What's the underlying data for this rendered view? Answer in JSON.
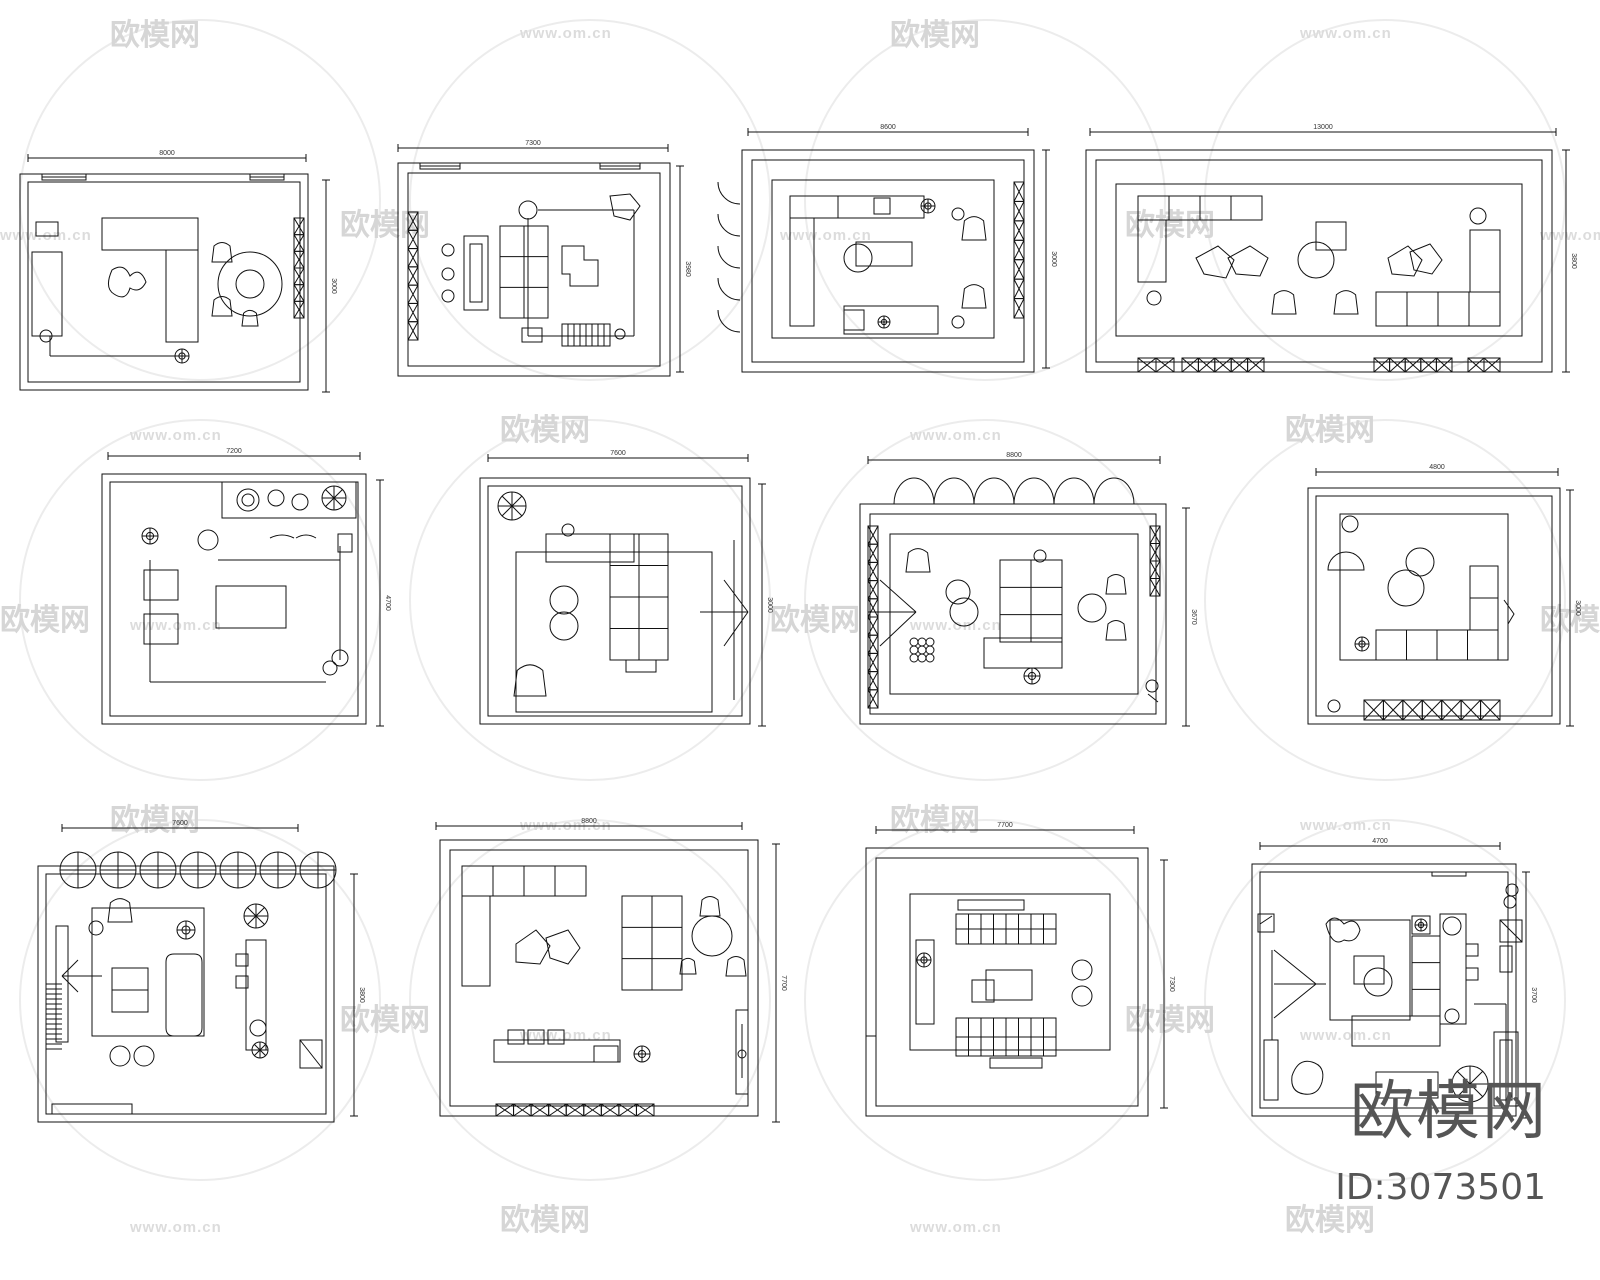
{
  "title": "客厅平面布置图集",
  "watermark": {
    "brand": "欧模网",
    "url": "www.om.cn"
  },
  "branding": {
    "word": "欧模网",
    "id_text": "ID:3073501"
  },
  "plans": [
    {
      "id": "plan-1",
      "width_dim": "8000",
      "height_dim": "3000"
    },
    {
      "id": "plan-2",
      "width_dim": "7300",
      "height_dim": "3980"
    },
    {
      "id": "plan-3",
      "width_dim": "8600",
      "height_dim": "3000"
    },
    {
      "id": "plan-4",
      "width_dim": "13000",
      "height_dim": "3800"
    },
    {
      "id": "plan-5",
      "width_dim": "7200",
      "height_dim": "4700"
    },
    {
      "id": "plan-6",
      "width_dim": "7600",
      "height_dim": "3000"
    },
    {
      "id": "plan-7",
      "width_dim": "8800",
      "height_dim": "3670"
    },
    {
      "id": "plan-8",
      "width_dim": "4800",
      "height_dim": "3000"
    },
    {
      "id": "plan-9",
      "width_dim": "7600",
      "height_dim": "3800"
    },
    {
      "id": "plan-10",
      "width_dim": "8800",
      "height_dim": "7700"
    },
    {
      "id": "plan-11",
      "width_dim": "7700",
      "height_dim": "7300"
    },
    {
      "id": "plan-12",
      "width_dim": "4700",
      "height_dim": "3700"
    }
  ],
  "colors": {
    "line": "#111111",
    "watermark": "#d6d6d6",
    "logo": "#555555"
  }
}
